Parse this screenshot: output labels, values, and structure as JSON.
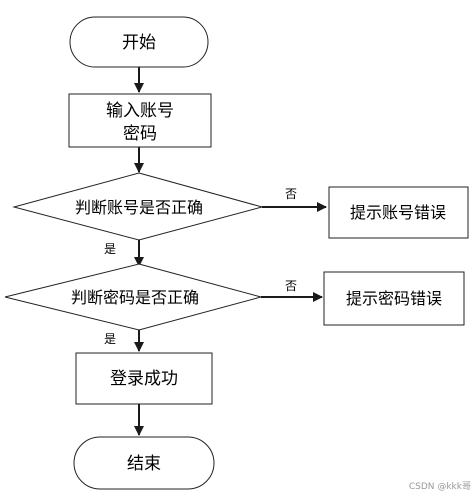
{
  "diagram": {
    "nodes": {
      "start": "开始",
      "input_line1": "输入账号",
      "input_line2": "密码",
      "check_account": "判断账号是否正确",
      "account_error": "提示账号错误",
      "check_password": "判断密码是否正确",
      "password_error": "提示密码错误",
      "login_success": "登录成功",
      "end": "结束"
    },
    "edge_labels": {
      "account_no": "否",
      "account_yes": "是",
      "password_no": "否",
      "password_yes": "是"
    }
  },
  "watermark": "CSDN @kkk哥"
}
